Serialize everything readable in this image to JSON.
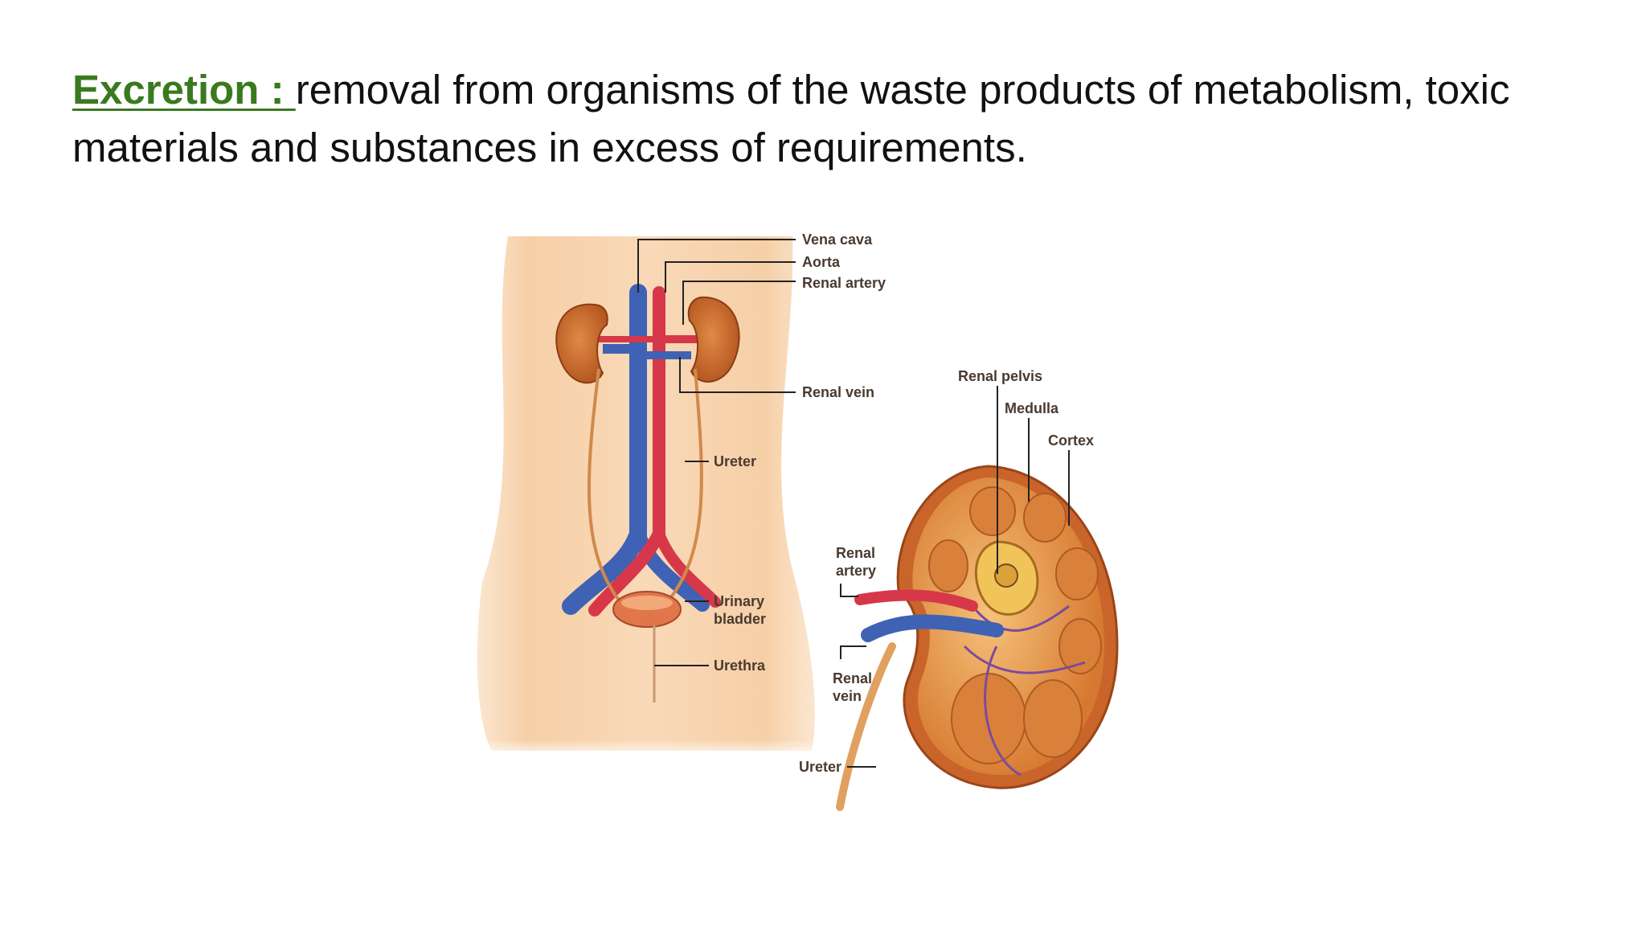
{
  "slide": {
    "term": "Excretion : ",
    "definition": "removal from organisms of the waste products of metabolism, toxic materials and substances in excess of requirements."
  },
  "diagram": {
    "left_labels": {
      "vena_cava": "Vena cava",
      "aorta": "Aorta",
      "renal_artery": "Renal artery",
      "renal_vein": "Renal vein",
      "ureter": "Ureter",
      "urinary_bladder_1": "Urinary",
      "urinary_bladder_2": "bladder",
      "urethra": "Urethra"
    },
    "right_labels": {
      "renal_pelvis": "Renal pelvis",
      "medulla": "Medulla",
      "cortex": "Cortex",
      "renal_artery_1": "Renal",
      "renal_artery_2": "artery",
      "renal_vein_1": "Renal",
      "renal_vein_2": "vein",
      "ureter": "Ureter"
    },
    "colors": {
      "skin": "#f6cfa6",
      "kidney": "#c9652a",
      "vein_blue": "#3f62b4",
      "artery_red": "#d6384a"
    }
  }
}
